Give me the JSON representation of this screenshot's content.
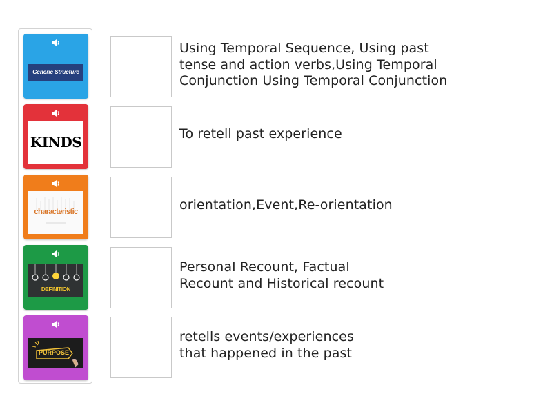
{
  "tiles": [
    {
      "name": "Generic Structure",
      "image_text": "Generic Structure",
      "color": "#2aa4e6",
      "icon": "speaker-icon"
    },
    {
      "name": "Kinds",
      "image_text": "KINDS",
      "color": "#e3323a",
      "icon": "speaker-icon"
    },
    {
      "name": "Characteristic",
      "image_text": "characteristic",
      "color": "#f07d1b",
      "icon": "speaker-icon"
    },
    {
      "name": "Definition",
      "image_text": "DEFINITION",
      "color": "#1d9a46",
      "icon": "speaker-icon"
    },
    {
      "name": "Purpose",
      "image_text": "PURPOSE",
      "color": "#c04dd0",
      "icon": "speaker-icon"
    }
  ],
  "descriptions": [
    "Using Temporal Sequence, Using past\ntense and action verbs,Using Temporal\nConjunction Using Temporal Conjunction",
    "To retell past experience",
    "orientation,Event,Re-orientation",
    "Personal Recount, Factual\nRecount and Historical recount",
    "retells events/experiences\nthat happened in the past"
  ]
}
